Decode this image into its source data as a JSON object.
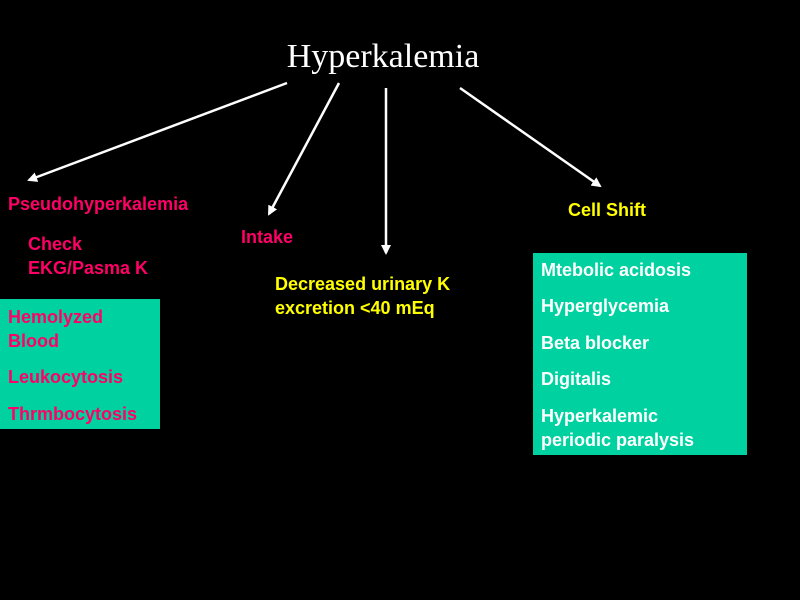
{
  "title": "Hyperkalemia",
  "colors": {
    "background": "#000000",
    "title": "#ffffff",
    "branch_label": "#ff0066",
    "detail_label": "#ffff00",
    "box_fill": "#00d1a0",
    "box_text_pseudo": "#ff0066",
    "box_text_shift": "#ffffff",
    "arrow": "#ffffff"
  },
  "branches": {
    "pseudo": {
      "label": "Pseudohyperkalemia",
      "check": [
        "Check",
        "EKG/Pasma K"
      ],
      "causes": [
        [
          "Hemolyzed",
          "Blood"
        ],
        [
          "Leukocytosis"
        ],
        [
          "Thrmbocytosis"
        ]
      ]
    },
    "intake": {
      "label": "Intake"
    },
    "excretion": {
      "label": [
        "Decreased urinary K",
        "excretion <40 mEq"
      ]
    },
    "shift": {
      "label": "Cell Shift",
      "causes": [
        [
          "Mtebolic acidosis"
        ],
        [
          "Hyperglycemia"
        ],
        [
          "Beta blocker"
        ],
        [
          "Digitalis"
        ],
        [
          "Hyperkalemic",
          "periodic paralysis"
        ]
      ]
    }
  }
}
